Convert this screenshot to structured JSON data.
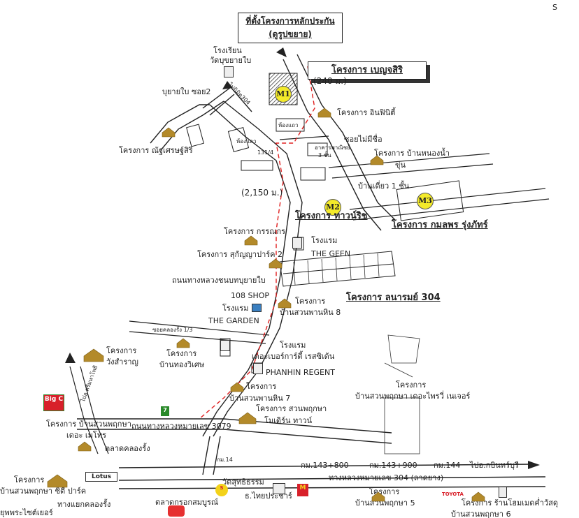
{
  "corner_text": "S",
  "title_box": {
    "line1": "ที่ตั้งโครงการหลักประกัน",
    "line2": "(ดูรูปขยาย)"
  },
  "markers": {
    "m1": "M1",
    "m2": "M2",
    "m3": "M3"
  },
  "distances": {
    "d240": "(240 ม.)",
    "d2150": "(2,150 ม.)"
  },
  "projects": {
    "benjasiri": "โครงการ เบญจสิริ",
    "infinity": "โครงการ อินฟินิตี้",
    "ban_nong_nam": "โครงการ บ้านหนองน้ำ",
    "ban_nong_nam_2": "ขุ่น",
    "nanthasiri": "โครงการ ณัฐเศรษฐ์สิริ",
    "tawanrit": "โครงการ ทาวน์ริช",
    "kamolporn": "โครงการ กมลพร รุ่งภัทร์",
    "kornnakorn": "โครงการ กรรณกร",
    "sukanya": "โครงการ สุกัญญาปาร์ค 2",
    "lanarom": "โครงการ ลนารมย์ 304",
    "suanphan8_a": "โครงการ",
    "suanphan8_b": "บ้านสวนพานหิน 8",
    "wangsamran_a": "โครงการ",
    "wangsamran_b": "วังสำราญ",
    "thongwises_a": "โครงการ",
    "thongwises_b": "บ้านทองวิเศษ",
    "suanphan7_a": "โครงการ",
    "suanphan7_b": "บ้านสวนพานหิน 7",
    "suanpruk_modern_a": "โครงการ สวนพฤกษา",
    "suanpruk_modern_b": "โมเดิร์น ทาวน์",
    "suanpruk_lake_a": "โครงการ",
    "suanpruk_lake_b": "บ้านสวนพฤกษา เดอะไพรวี่ เนเจอร์",
    "suanpruk_metro_a": "โครงการ บ้านสวนพฤกษา",
    "suanpruk_metro_b": "เดอะ เมโทร",
    "suanpruk_city_a": "โครงการ",
    "suanpruk_city_b": "บ้านสวนพฤกษา ซิตี้ ปาร์ค",
    "suanpruk5_a": "โครงการ",
    "suanpruk5_b": "บ้านสวนพฤกษา 5",
    "homemart": "โครงการ ร้านโฮมเมดค่ำวัสดุ",
    "suanpruk6": "บ้านสวนพฤกษา 6",
    "prasertwut": "ยุพพระไซต์เยอร์"
  },
  "places": {
    "school_a": "โรงเรียน",
    "school_b": "วัดบุขยายใบ",
    "hotel_geen_a": "โรงแรม",
    "hotel_geen_b": "THE GEEN",
    "shop108": "108 SHOP",
    "hotel_garden_a": "โรงแรม",
    "hotel_garden_b": "THE GARDEN",
    "hotel_resident_a": "โรงแรม",
    "hotel_resident_b": "เดอะเบอร์การ์ดี้ เรสซิเด้น",
    "phanhin": "PHANHIN REGENT",
    "market_lk": "ตลาดคลองรั้ง",
    "market_somboon": "ตลาดกรอกสมบูรณ์",
    "temple": "วัดสุทธิธรรม",
    "bank": "ธ.ไทยประชาร์",
    "lotus": "Lotus",
    "junction": "ทางแยกคลองรั้ง"
  },
  "roads": {
    "buyaibai_soi2": "บุยายใบ ซอย2",
    "nimit304": "ไปนิมิต304",
    "soi_mai_mi_chue": "ซอยไม่มีชื่อ",
    "ban_diao": "บ้านเดี่ยว 1 ชั้น",
    "thanon_sub": "ถนนทางหลวงชนบทบุยายใบ",
    "soi_lk": "ซอยคลองรั้ง 1/3",
    "to_sihamok": "ไปอ.ศรีมหาโพธิ",
    "hw3079": "ถนนทางหลวงหมายเลข 3079",
    "km14": "กม.14",
    "km143_800": "กม.143+800",
    "km143_900": "กม.143+900",
    "km144": "กม.144",
    "to_kabin": "ไปอ.กบินทร์บุรี",
    "hw304": "ทางหลวงหมายเลข 304 (ลาดยาง)",
    "shophouse": "ห้องแถว",
    "commercial": "อาคารพาณิชย์",
    "commercial_2": "3 ชั้น",
    "lane_131": "131/4",
    "nonbuild": "ห้องแถว"
  },
  "colors": {
    "marker": "#f3ea2a",
    "route": "#e02020",
    "house": "#b38a2a"
  }
}
